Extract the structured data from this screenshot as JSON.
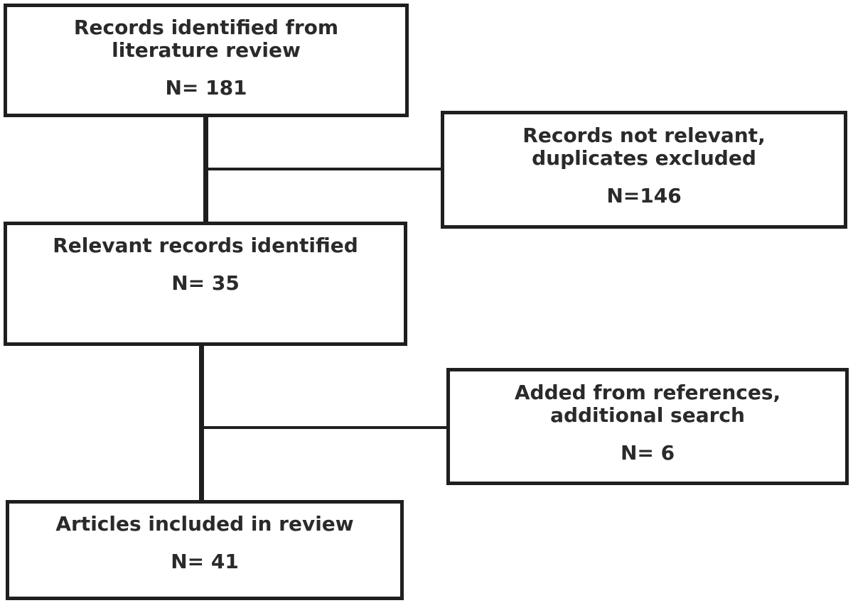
{
  "flowchart": {
    "boxes": [
      {
        "label": "Records identified from\nliterature review",
        "count": "N= 181"
      },
      {
        "label": "Records not relevant,\nduplicates excluded",
        "count": "N=146"
      },
      {
        "label": "Relevant records identified",
        "count": "N= 35"
      },
      {
        "label": "Added from references,\nadditional search",
        "count": "N= 6"
      },
      {
        "label": "Articles included in review",
        "count": "N= 41"
      }
    ],
    "colors": {
      "border": "#1f1f1f",
      "text": "#2a2a2a",
      "background": "#ffffff"
    }
  }
}
